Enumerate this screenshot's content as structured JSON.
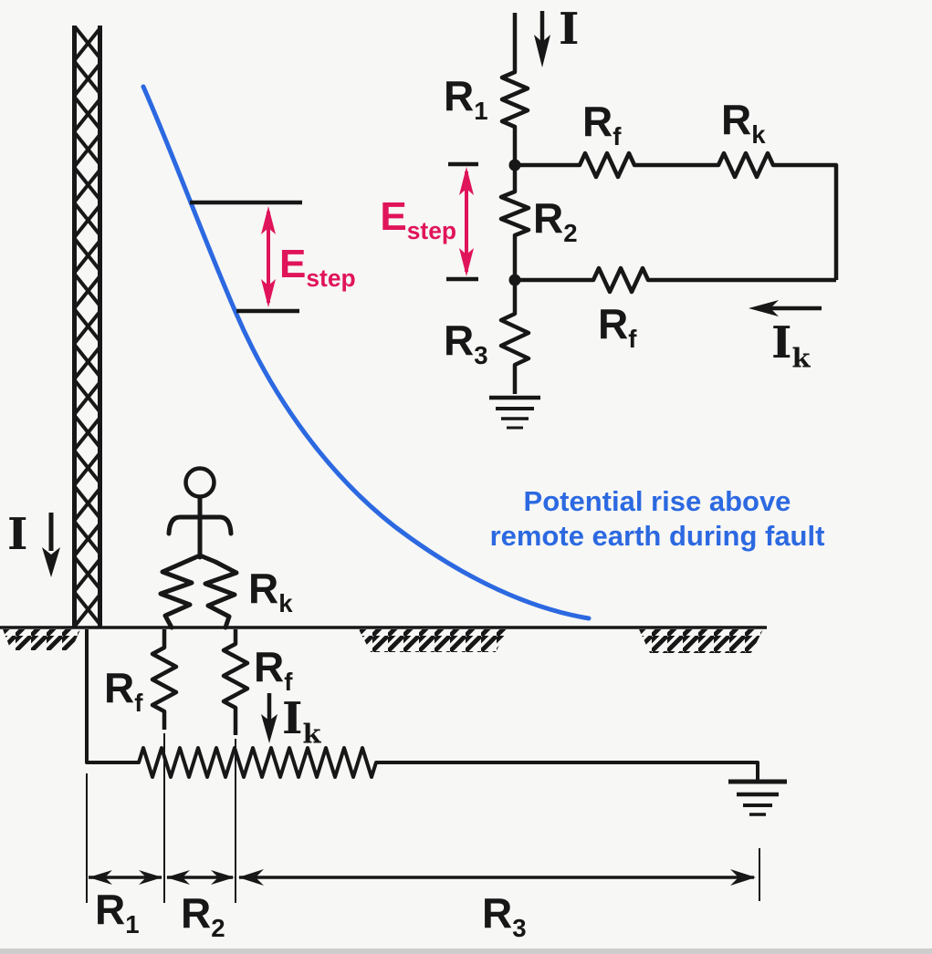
{
  "colors": {
    "background": "#f7f7f5",
    "ink": "#171717",
    "accent_red": "#e0145a",
    "accent_blue": "#2c69e1",
    "bottom_strip": "#cdcdcd"
  },
  "tower": {
    "current_label": "I"
  },
  "profile": {
    "estep_base": "E",
    "estep_sub": "step",
    "note_line1": "Potential rise above",
    "note_line2": "remote earth during fault"
  },
  "person": {
    "rk_base": "R",
    "rk_sub": "k"
  },
  "underground": {
    "rf_left_base": "R",
    "rf_left_sub": "f",
    "rf_right_base": "R",
    "rf_right_sub": "f",
    "ik_base": "I",
    "ik_sub": "k"
  },
  "circuit": {
    "current_label": "I",
    "r1_base": "R",
    "r1_sub": "1",
    "r2_base": "R",
    "r2_sub": "2",
    "r3_base": "R",
    "r3_sub": "3",
    "rf_top_base": "R",
    "rf_top_sub": "f",
    "rk_base": "R",
    "rk_sub": "k",
    "rf_bottom_base": "R",
    "rf_bottom_sub": "f",
    "estep_base": "E",
    "estep_sub": "step",
    "ik_base": "I",
    "ik_sub": "k"
  },
  "dimension": {
    "r1_base": "R",
    "r1_sub": "1",
    "r2_base": "R",
    "r2_sub": "2",
    "r3_base": "R",
    "r3_sub": "3"
  }
}
